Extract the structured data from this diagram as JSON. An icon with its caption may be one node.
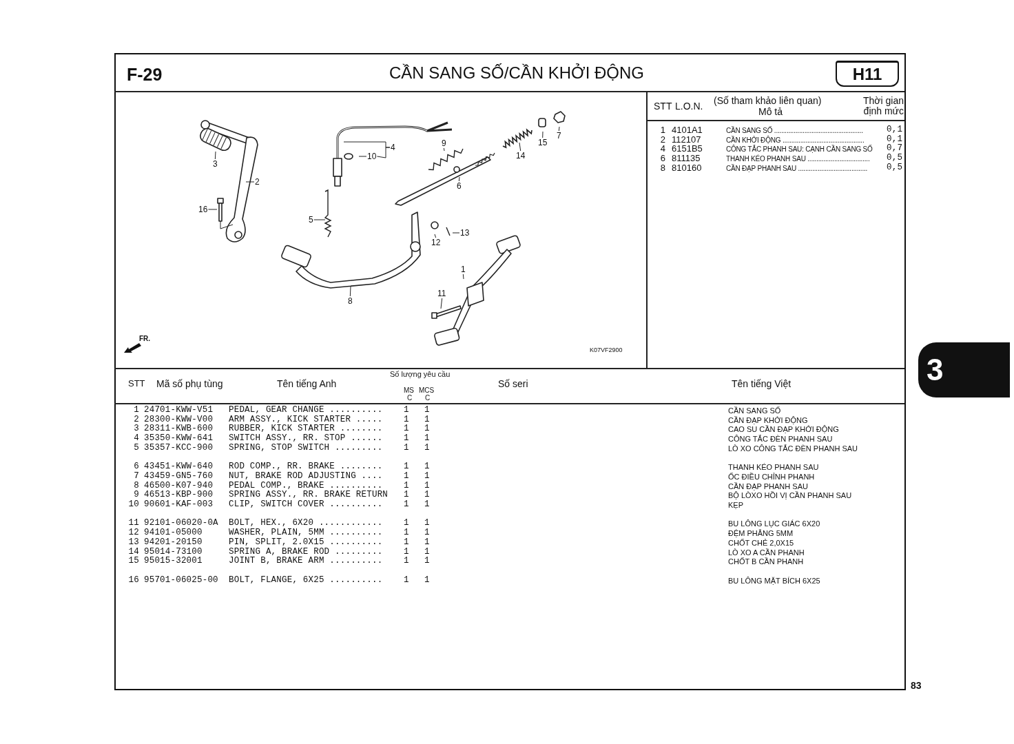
{
  "diagram": {
    "title": "CẦN SANG SỐ/CẦN KHỞI ĐỘNG",
    "nodes": [
      {
        "text": [
          "7"
        ]
      },
      {
        "text": [
          "4"
        ]
      },
      {
        "text": [
          "15"
        ]
      },
      {
        "text": [
          "9"
        ]
      },
      {
        "text": [
          "10"
        ]
      },
      {
        "text": [
          "14"
        ]
      },
      {
        "text": [
          "3"
        ]
      },
      {
        "text": [
          "2"
        ]
      },
      {
        "text": [
          "6"
        ]
      },
      {
        "text": [
          "16"
        ]
      },
      {
        "text": [
          "5"
        ]
      },
      {
        "text": [
          "13"
        ]
      },
      {
        "text": [
          "12"
        ]
      },
      {
        "text": [
          "1"
        ]
      },
      {
        "text": [
          "11"
        ]
      },
      {
        "text": [
          "8"
        ]
      }
    ],
    "edges": [
      {
        "from": 0,
        "to": null,
        "arrow": "none"
      },
      {
        "from": 1,
        "to": null,
        "arrow": "none"
      },
      {
        "from": 1,
        "to": 4,
        "arrow": "none"
      },
      {
        "from": 2,
        "to": null,
        "arrow": "none"
      },
      {
        "from": 3,
        "to": null,
        "arrow": "none"
      },
      {
        "from": 4,
        "to": null,
        "arrow": "none"
      },
      {
        "from": 5,
        "to": null,
        "arrow": "none"
      },
      {
        "from": 6,
        "to": null,
        "arrow": "none"
      },
      {
        "from": 7,
        "to": null,
        "arrow": "none"
      },
      {
        "from": 8,
        "to": null,
        "arrow": "none"
      },
      {
        "from": 9,
        "to": null,
        "arrow": "none"
      },
      {
        "from": 10,
        "to": null,
        "arrow": "none"
      },
      {
        "from": 11,
        "to": null,
        "arrow": "none"
      },
      {
        "from": 12,
        "to": null,
        "arrow": "none"
      },
      {
        "from": 13,
        "to": null,
        "arrow": "none"
      },
      {
        "from": 14,
        "to": null,
        "arrow": "none"
      },
      {
        "from": 15,
        "to": null,
        "arrow": "none"
      }
    ],
    "labels": [
      "F-29",
      "H11",
      "STT",
      "L.O.N.",
      "(Số tham khảo liên quan)",
      "Mô tả",
      "Thời gian định mức",
      "1",
      "4101A1",
      "CẦN SANG SỐ ..................................................",
      "0,1",
      "2",
      "112107",
      "CẦN KHỞI ĐỘNG ..............................................",
      "0,1",
      "4",
      "6151B5",
      "CÔNG TẮC PHANH SAU: CẠNH CẦN SANG SỐ",
      "0,7",
      "6",
      "811135",
      "THANH KÉO PHANH SAU ...................................",
      "0,5",
      "8",
      "810160",
      "CẦN ĐẠP PHANH SAU .......................................",
      "0,5",
      "FR.",
      "K07VF2900",
      "STT",
      "Mã số phụ tùng",
      "Tên tiếng Anh",
      "Số lượng yêu cầu",
      "MS",
      "MCS",
      "C",
      "C",
      "Số seri",
      "Tên tiếng Việt",
      "1",
      "24701-KWW-V51",
      "PEDAL, GEAR CHANGE ..........",
      "1",
      "1",
      "CẦN SANG SỐ",
      "2",
      "28300-KWW-V00",
      "ARM ASSY., KICK STARTER .....",
      "1",
      "1",
      "CẦN ĐẠP KHỞI ĐỘNG",
      "3",
      "28311-KWB-600",
      "RUBBER, KICK STARTER ........",
      "1",
      "1",
      "CAO SU CẦN ĐẠP KHỞI ĐỘNG",
      "4",
      "35350-KWW-641",
      "SWITCH ASSY., RR. STOP ......",
      "1",
      "1",
      "CÔNG TẮC ĐÈN PHANH SAU",
      "5",
      "35357-KCC-900",
      "SPRING, STOP SWITCH .........",
      "1",
      "1",
      "LÒ XO CÔNG TẮC ĐÈN PHANH SAU",
      "6",
      "43451-KWW-640",
      "ROD COMP., RR. BRAKE ........",
      "1",
      "1",
      "THANH KÉO PHANH SAU",
      "7",
      "43459-GN5-760",
      "NUT, BRAKE ROD ADJUSTING ....",
      "1",
      "1",
      "ỐC ĐIỀU CHỈNH PHANH",
      "8",
      "46500-K07-940",
      "PEDAL COMP., BRAKE ..........",
      "1",
      "1",
      "CẦN ĐẠP PHANH SAU",
      "9",
      "46513-KBP-900",
      "SPRING ASSY., RR. BRAKE RETURN",
      "1",
      "1",
      "BỘ LÒXO HỒI VỊ CẦN PHANH SAU",
      "10",
      "90601-KAF-003",
      "CLIP, SWITCH COVER ..........",
      "1",
      "1",
      "KẸP",
      "11",
      "92101-06020-0A",
      "BOLT, HEX., 6X20 ............",
      "1",
      "1",
      "BU LÔNG LỤC GIÁC 6X20",
      "12",
      "94101-05000",
      "WASHER, PLAIN, 5MM ..........",
      "1",
      "1",
      "ĐỆM PHẲNG 5MM",
      "13",
      "94201-20150",
      "PIN, SPLIT, 2.0X15 ..........",
      "1",
      "1",
      "CHỐT CHẺ 2,0X15",
      "14",
      "95014-73100",
      "SPRING A, BRAKE ROD .........",
      "1",
      "1",
      "LÒ XO A CẦN PHANH",
      "15",
      "95015-32001",
      "JOINT B, BRAKE ARM ..........",
      "1",
      "1",
      "CHỐT B CẦN PHANH",
      "16",
      "95701-06025-00",
      "BOLT, FLANGE, 6X25 ..........",
      "1",
      "1",
      "BU LÔNG MẶT BÍCH 6X25",
      "3",
      "83"
    ]
  }
}
